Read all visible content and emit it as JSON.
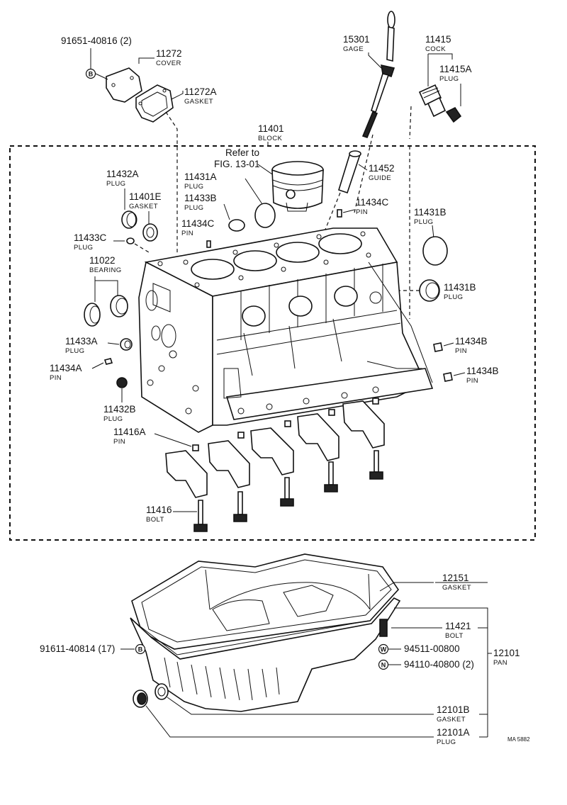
{
  "callouts": {
    "p91651": "91651-40816 (2)",
    "p11272": "11272",
    "p11272_name": "COVER",
    "p11272a": "11272A",
    "p11272a_name": "GASKET",
    "p15301": "15301",
    "p15301_name": "GAGE",
    "p11415": "11415",
    "p11415_name": "COCK",
    "p11415a": "11415A",
    "p11415a_name": "PLUG",
    "p11401": "11401",
    "p11401_name": "BLOCK",
    "refer_1": "Refer to",
    "refer_2": "FIG. 13-01",
    "p11452": "11452",
    "p11452_name": "GUIDE",
    "p11432a": "11432A",
    "p11432a_name": "PLUG",
    "p11431a": "11431A",
    "p11431a_name": "PLUG",
    "p11401e": "11401E",
    "p11401e_name": "GASKET",
    "p11433b": "11433B",
    "p11433b_name": "PLUG",
    "p11434c_top": "11434C",
    "p11434c_top_name": "PIN",
    "p11434c_mid": "11434C",
    "p11434c_mid_name": "PIN",
    "p11433c": "11433C",
    "p11433c_name": "PLUG",
    "p11431b_top": "11431B",
    "p11431b_top_name": "PLUG",
    "p11022": "11022",
    "p11022_name": "BEARING",
    "p11431b_mid": "11431B",
    "p11431b_mid_name": "PLUG",
    "p11433a": "11433A",
    "p11433a_name": "PLUG",
    "p11434b_1": "11434B",
    "p11434b_1_name": "PIN",
    "p11434a": "11434A",
    "p11434a_name": "PIN",
    "p11434b_2": "11434B",
    "p11434b_2_name": "PIN",
    "p11432b": "11432B",
    "p11432b_name": "PLUG",
    "p11416a": "11416A",
    "p11416a_name": "PIN",
    "p11416": "11416",
    "p11416_name": "BOLT",
    "p12151": "12151",
    "p12151_name": "GASKET",
    "p11421": "11421",
    "p11421_name": "BOLT",
    "p91611": "91611-40814 (17)",
    "p94511": "94511-00800",
    "p94110": "94110-40800 (2)",
    "p12101": "12101",
    "p12101_name": "PAN",
    "p12101b": "12101B",
    "p12101b_name": "GASKET",
    "p12101a": "12101A",
    "p12101a_name": "PLUG"
  },
  "symbols": {
    "b": "B",
    "w": "W",
    "n": "N"
  },
  "figure_code": "MA 5882"
}
